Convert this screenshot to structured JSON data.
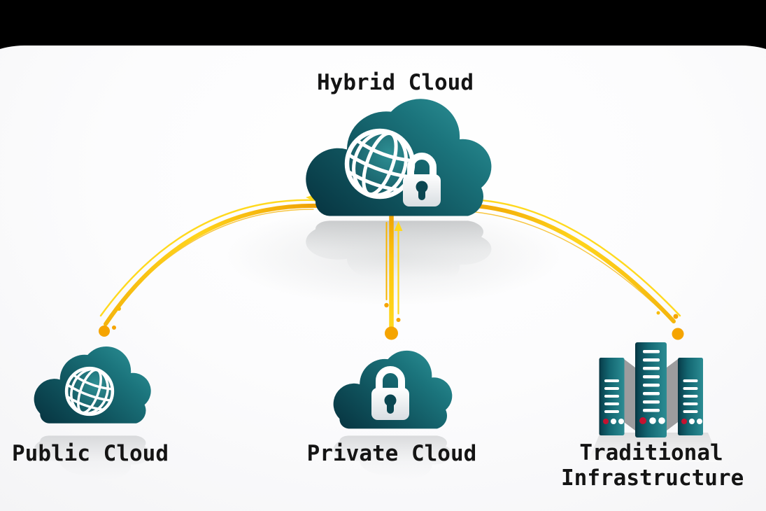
{
  "nodes": {
    "hybrid": {
      "label": "Hybrid Cloud",
      "icon": "cloud-globe-lock-icon"
    },
    "public": {
      "label": "Public Cloud",
      "icon": "cloud-globe-icon"
    },
    "private": {
      "label": "Private Cloud",
      "icon": "cloud-lock-icon"
    },
    "traditional": {
      "label": "Traditional Infrastructure",
      "line1": "Traditional",
      "line2": "Infrastructure",
      "icon": "server-racks-icon"
    }
  },
  "connections": [
    {
      "from": "Hybrid Cloud",
      "to": "Public Cloud",
      "style": "gold-arc"
    },
    {
      "from": "Hybrid Cloud",
      "to": "Private Cloud",
      "style": "gold-vertical"
    },
    {
      "from": "Hybrid Cloud",
      "to": "Traditional Infrastructure",
      "style": "gold-arc"
    }
  ],
  "colors": {
    "background": "#000000",
    "card": "#ffffff",
    "teal_dark": "#083844",
    "teal": "#17727c",
    "teal_light": "#2e9297",
    "gold": "#f2a900",
    "yellow": "#ffd91e",
    "orange_dot": "#f5a400",
    "led_red": "#c41230",
    "shadow_gray": "#9c9c9e",
    "text": "#141414"
  }
}
